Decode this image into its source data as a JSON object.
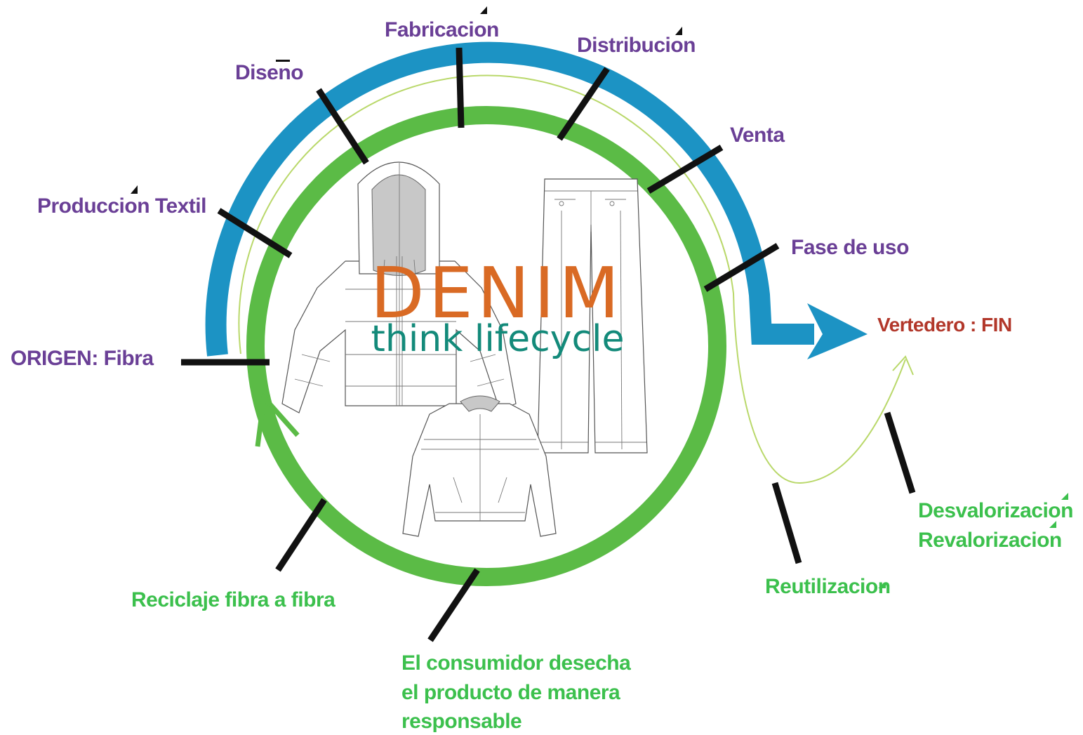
{
  "colors": {
    "blue_arc": "#1c93c4",
    "green_ring": "#5bbb46",
    "thin_line": "#b9d86a",
    "tick": "#111111",
    "purple_text": "#6a3f96",
    "green_text": "#3cc04d",
    "red_text": "#b2372a",
    "denim_orange": "#d96a24",
    "denim_teal": "#138a7a",
    "hood_grey": "#c8c8c8"
  },
  "brand": {
    "title": "DENIM",
    "subtitle": "think lifecycle"
  },
  "labels": {
    "fabricacion": "Fabricacion",
    "distribucion": "Distribucion",
    "diseno": "Diseno",
    "venta": "Venta",
    "produccion": "Produccion Textil",
    "fase_uso": "Fase de uso",
    "origen": "ORIGEN: Fibra",
    "vertedero": "Vertedero : FIN",
    "reciclaje": "Reciclaje fibra a fibra",
    "consumidor": [
      "El consumidor desecha",
      "el producto de manera",
      "responsable"
    ],
    "reutilizacion": "Reutilizacion",
    "desvalorizacion": "Desvalorizacion",
    "revalorizacion": "Revalorizacion"
  }
}
